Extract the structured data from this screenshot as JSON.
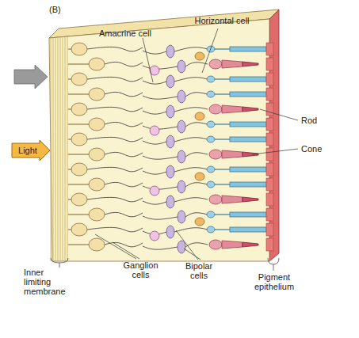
{
  "diagram": {
    "nodes": [
      {
        "text": [
          "Light"
        ]
      }
    ],
    "labels": [
      "(B)",
      "Horizontal cell",
      "Amacrine cell",
      "Rod",
      "Cone",
      "Inner limiting membrane",
      "Ganglion cells",
      "Bipolar cells",
      "Pigment epithelium"
    ]
  }
}
